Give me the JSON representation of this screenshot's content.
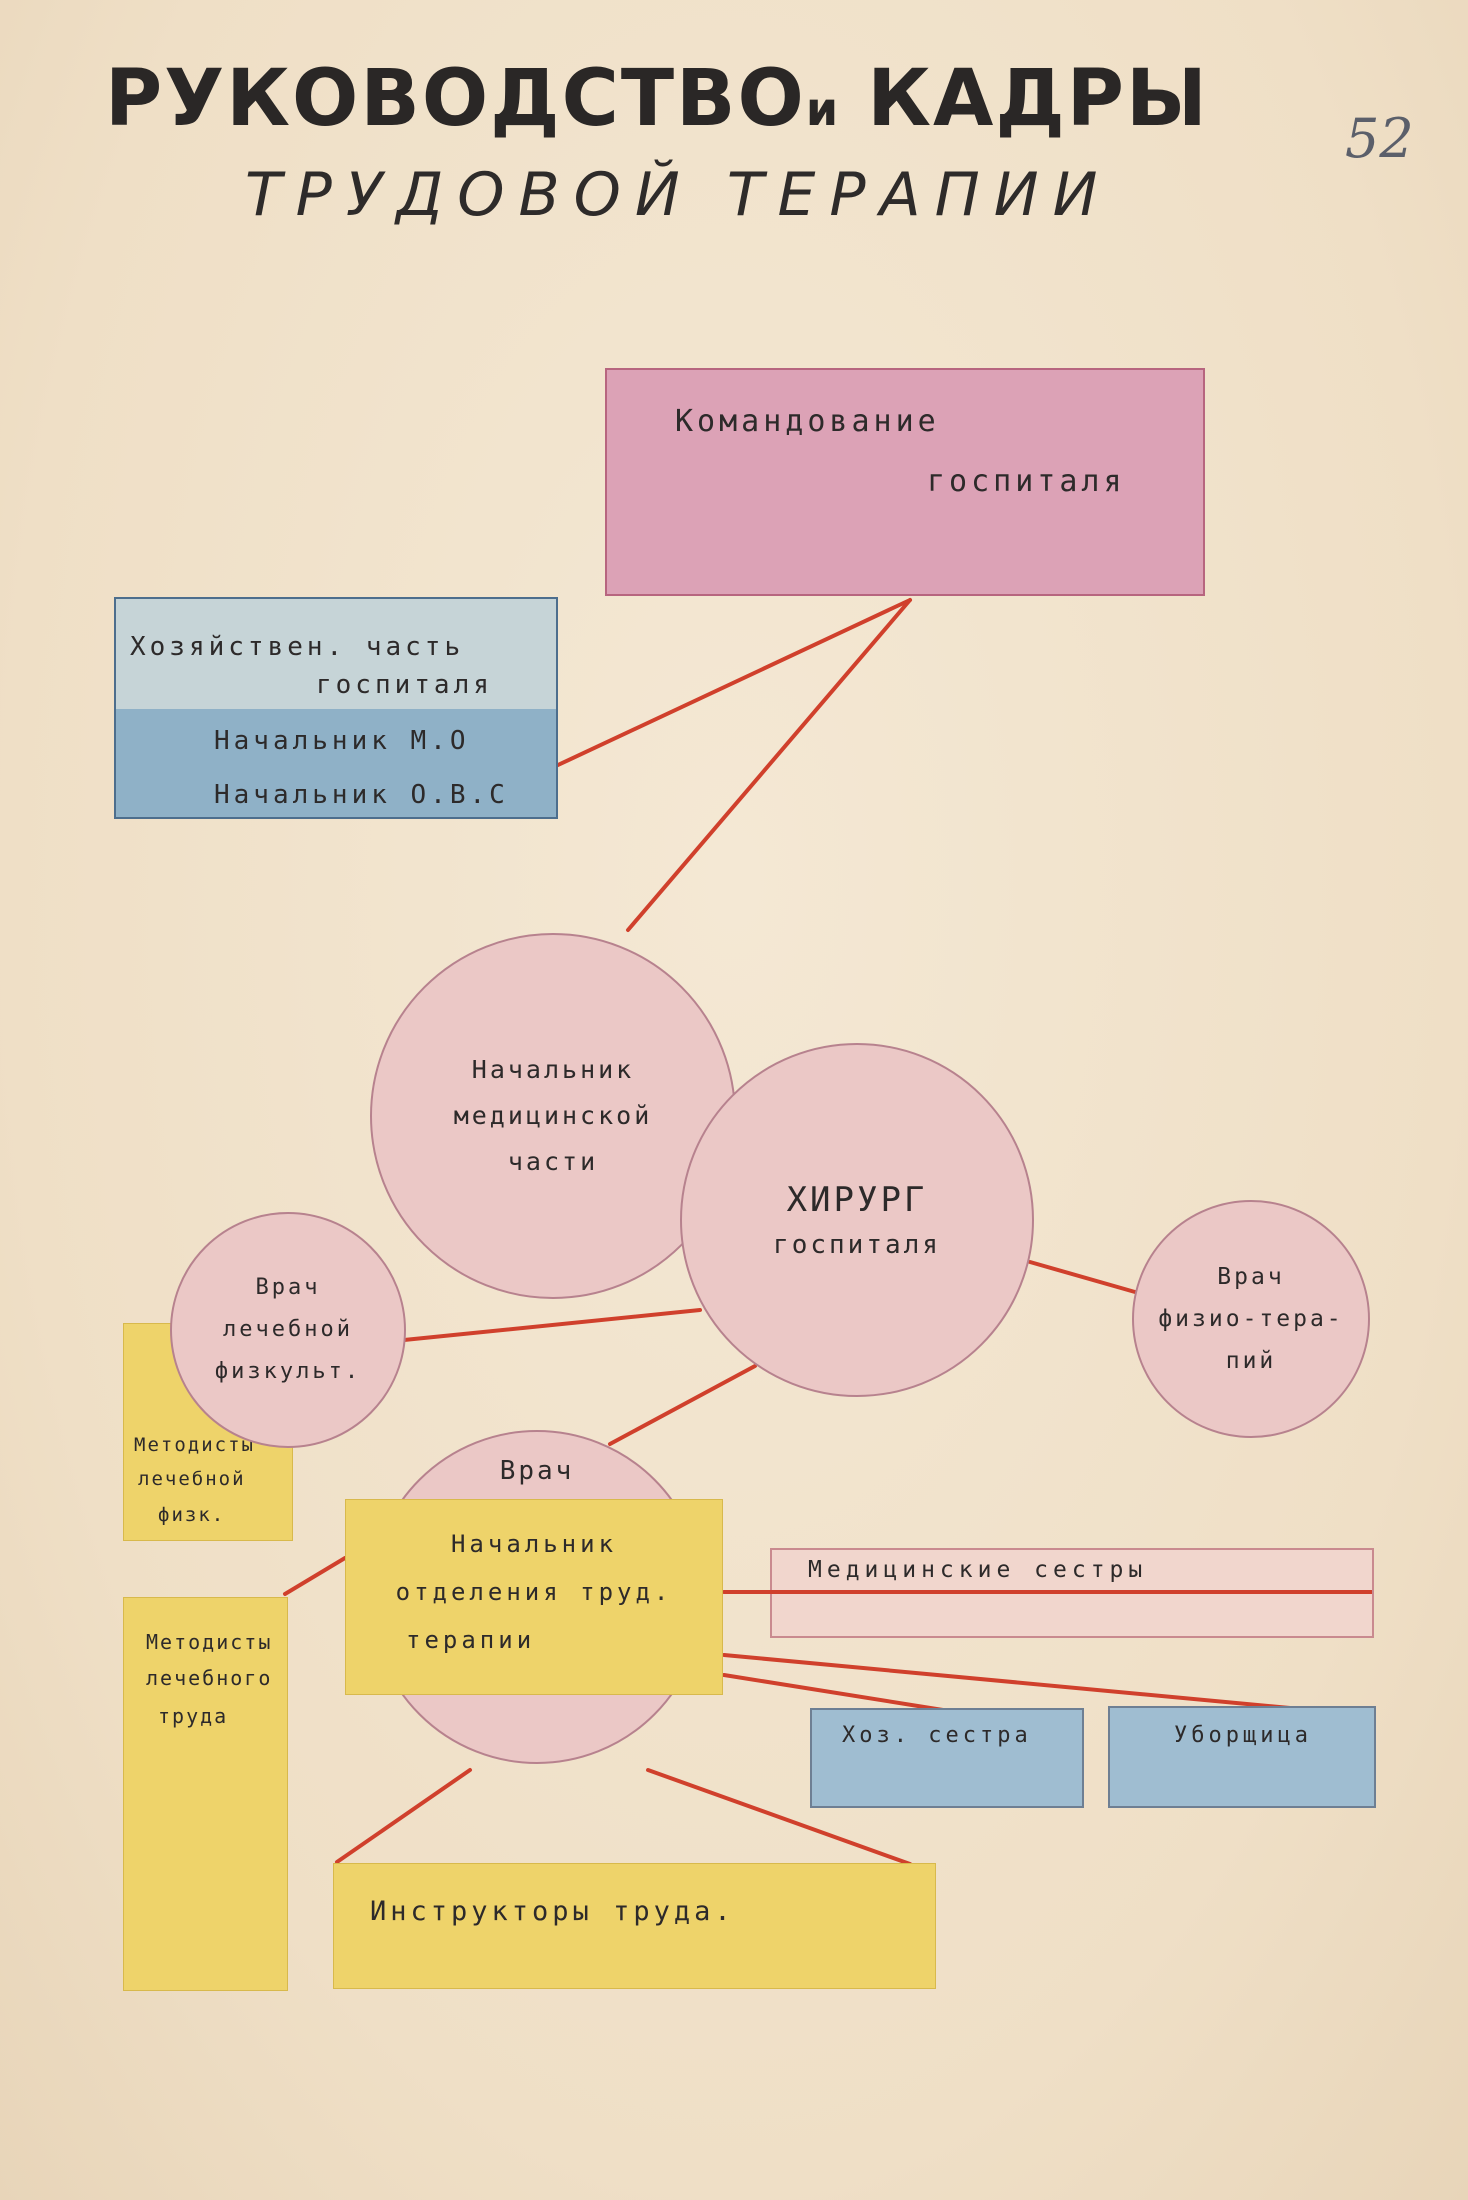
{
  "title": {
    "line1_a": "РУКОВОДСТВО",
    "line1_b": "и",
    "line1_c": "КАДРЫ",
    "line2": "ТРУДОВОЙ ТЕРАПИИ",
    "page_number": "52"
  },
  "nodes": {
    "command": {
      "line1": "Командование",
      "line2": "госпиталя"
    },
    "household": {
      "line1": "Хозяйствен. часть",
      "line2": "госпиталя",
      "row1": "Начальник М.О",
      "row2": "Начальник О.В.С"
    },
    "med_chief": {
      "line1": "Начальник",
      "line2": "медицинской",
      "line3": "части"
    },
    "surgeon": {
      "line1": "ХИРУРГ",
      "line2": "госпиталя"
    },
    "physio": {
      "line1": "Врач",
      "line2": "физио-тера-",
      "line3": "пий"
    },
    "lfk_doctor": {
      "line1": "Врач",
      "line2": "лечебной",
      "line3": "физкульт."
    },
    "lfk_methodists": {
      "line1": "Методисты",
      "line2": "лечебной",
      "line3": "физк."
    },
    "labor_doctor": {
      "label": "Врач"
    },
    "labor_chief": {
      "line1": "Начальник",
      "line2": "отделения труд.",
      "line3": "терапии"
    },
    "labor_methodists": {
      "line1": "Методисты",
      "line2": "лечебного",
      "line3": "труда"
    },
    "nurses": {
      "label": "Медицинские сестры"
    },
    "house_sister": {
      "label": "Хоз. сестра"
    },
    "cleaner": {
      "label": "Уборщица"
    },
    "instructors": {
      "label": "Инструкторы труда."
    }
  },
  "colors": {
    "paper": "#f1e3cc",
    "pink_box": "#dca2b6",
    "circle": "#ebc8c6",
    "blue": "#9fbdd1",
    "yellow": "#eed36a",
    "line": "#d0402c"
  }
}
